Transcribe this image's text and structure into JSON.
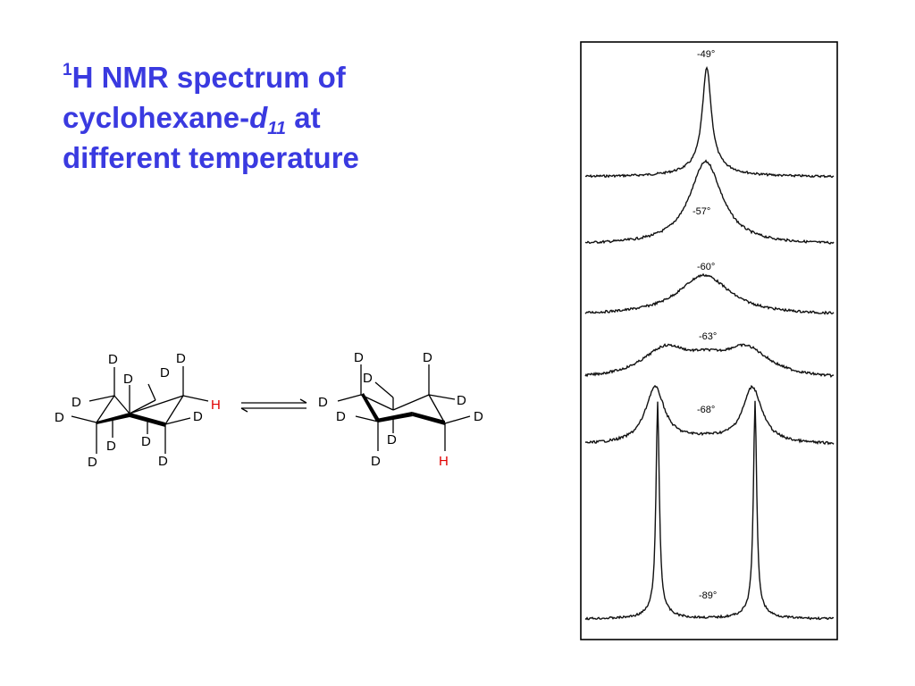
{
  "title": {
    "sup": "1",
    "part1": "H NMR spectrum of",
    "part2": "cyclohexane-",
    "d": "d",
    "sub": "11",
    "part3": " at",
    "part4": "different temperature"
  },
  "molecules": {
    "deuterium": "D",
    "hydrogen": "H",
    "h_color": "#e00000"
  },
  "spectra": {
    "temperatures": [
      "-49°",
      "-57°",
      "-60°",
      "-63°",
      "-68°",
      "-89°"
    ]
  },
  "colors": {
    "title": "#3a3ae0"
  }
}
